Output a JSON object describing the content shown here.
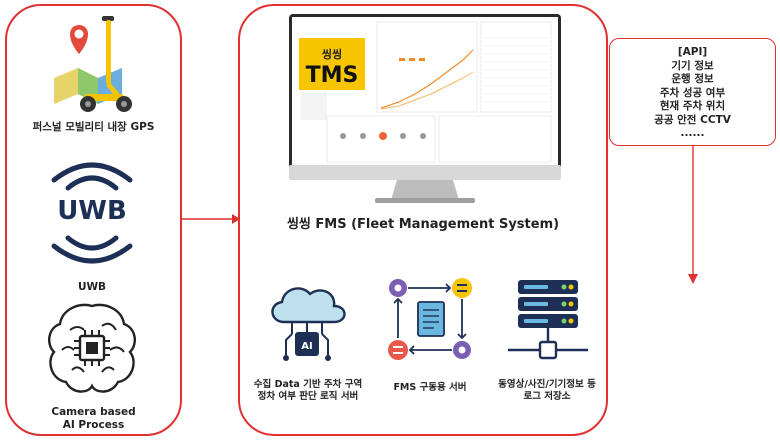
{
  "left": {
    "gps_caption": "퍼스널 모빌리티 내장 GPS",
    "uwb_logo_text": "UWB",
    "uwb_caption": "UWB",
    "camera_caption_1": "Camera based",
    "camera_caption_2": "AI Process"
  },
  "center": {
    "tms_logo_mark": "씽씽",
    "tms_logo_text": "TMS",
    "fms_title": "씽씽 FMS (Fleet Management System)",
    "ai_chip_label": "AI",
    "ai_caption_1": "수집 Data 기반 주차 구역",
    "ai_caption_2": "정차 여부 판단 로직 서버",
    "server_caption": "FMS 구동용 서버",
    "storage_caption_1": "동영상/사진/기기정보 등",
    "storage_caption_2": "로그 저장소"
  },
  "api": {
    "items": [
      "[API]",
      "기기 정보",
      "운행 정보",
      "주차 성공 여부",
      "현재 주차 위치",
      "공공 안전 CCTV",
      "......"
    ]
  },
  "colors": {
    "border": "#e03030",
    "scooter_yellow": "#f5c400",
    "navy": "#1d2f55",
    "tms_yellow": "#f7c600",
    "chart_orange": "#f28c28"
  }
}
